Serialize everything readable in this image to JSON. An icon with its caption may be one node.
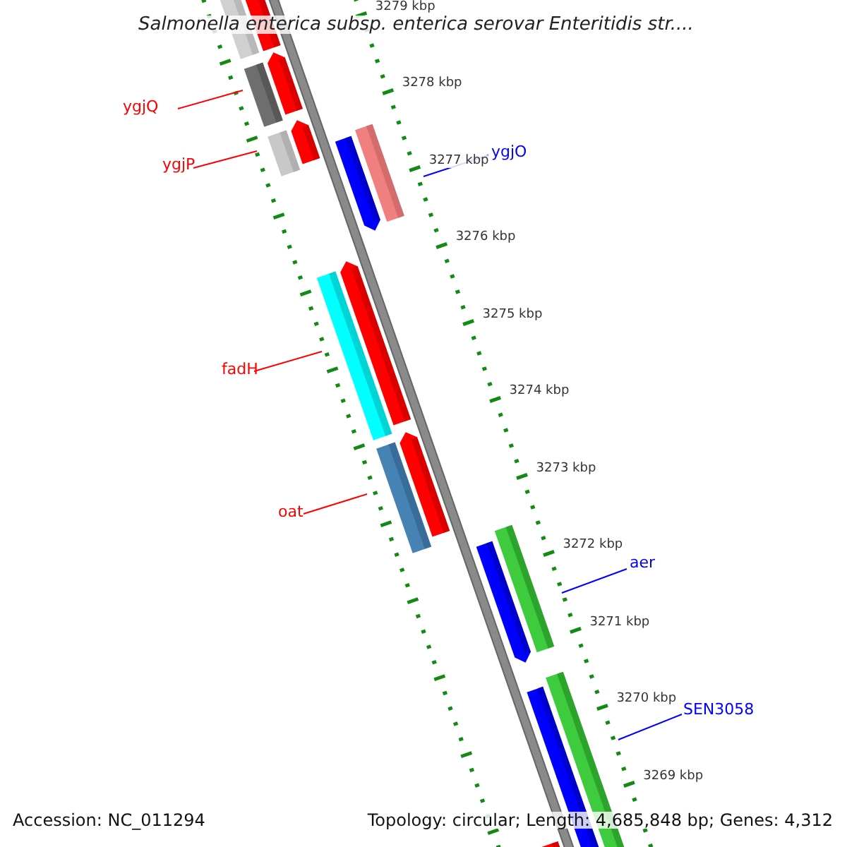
{
  "diagram": {
    "title": "Salmonella enterica subsp. enterica serovar Enteritidis str....",
    "nodes": [
      {
        "text": [
          "ygjQ"
        ]
      },
      {
        "text": [
          "ygjP"
        ]
      },
      {
        "text": [
          "ygjO"
        ]
      },
      {
        "text": [
          "fadH"
        ]
      },
      {
        "text": [
          "oat"
        ]
      },
      {
        "text": [
          "aer"
        ]
      },
      {
        "text": [
          "SEN3058"
        ]
      }
    ],
    "edges": [
      {
        "from": 0,
        "to": null,
        "arrow": "none"
      },
      {
        "from": 1,
        "to": null,
        "arrow": "none"
      },
      {
        "from": 2,
        "to": null,
        "arrow": "none",
        "color": "#0000ff"
      },
      {
        "from": 3,
        "to": null,
        "arrow": "none"
      },
      {
        "from": 4,
        "to": null,
        "arrow": "none"
      },
      {
        "from": 5,
        "to": null,
        "arrow": "none",
        "color": "#0000ff"
      },
      {
        "from": 6,
        "to": null,
        "arrow": "none",
        "color": "#0000ff"
      }
    ],
    "labels": [
      "3279 kbp",
      "3278 kbp",
      "3277 kbp",
      "3276 kbp",
      "3275 kbp",
      "3274 kbp",
      "3273 kbp",
      "3272 kbp",
      "3271 kbp",
      "3270 kbp",
      "3269 kbp",
      "Accession: NC_011294",
      "Topology: circular; Length: 4,685,848 bp; Genes: 4,312"
    ]
  }
}
